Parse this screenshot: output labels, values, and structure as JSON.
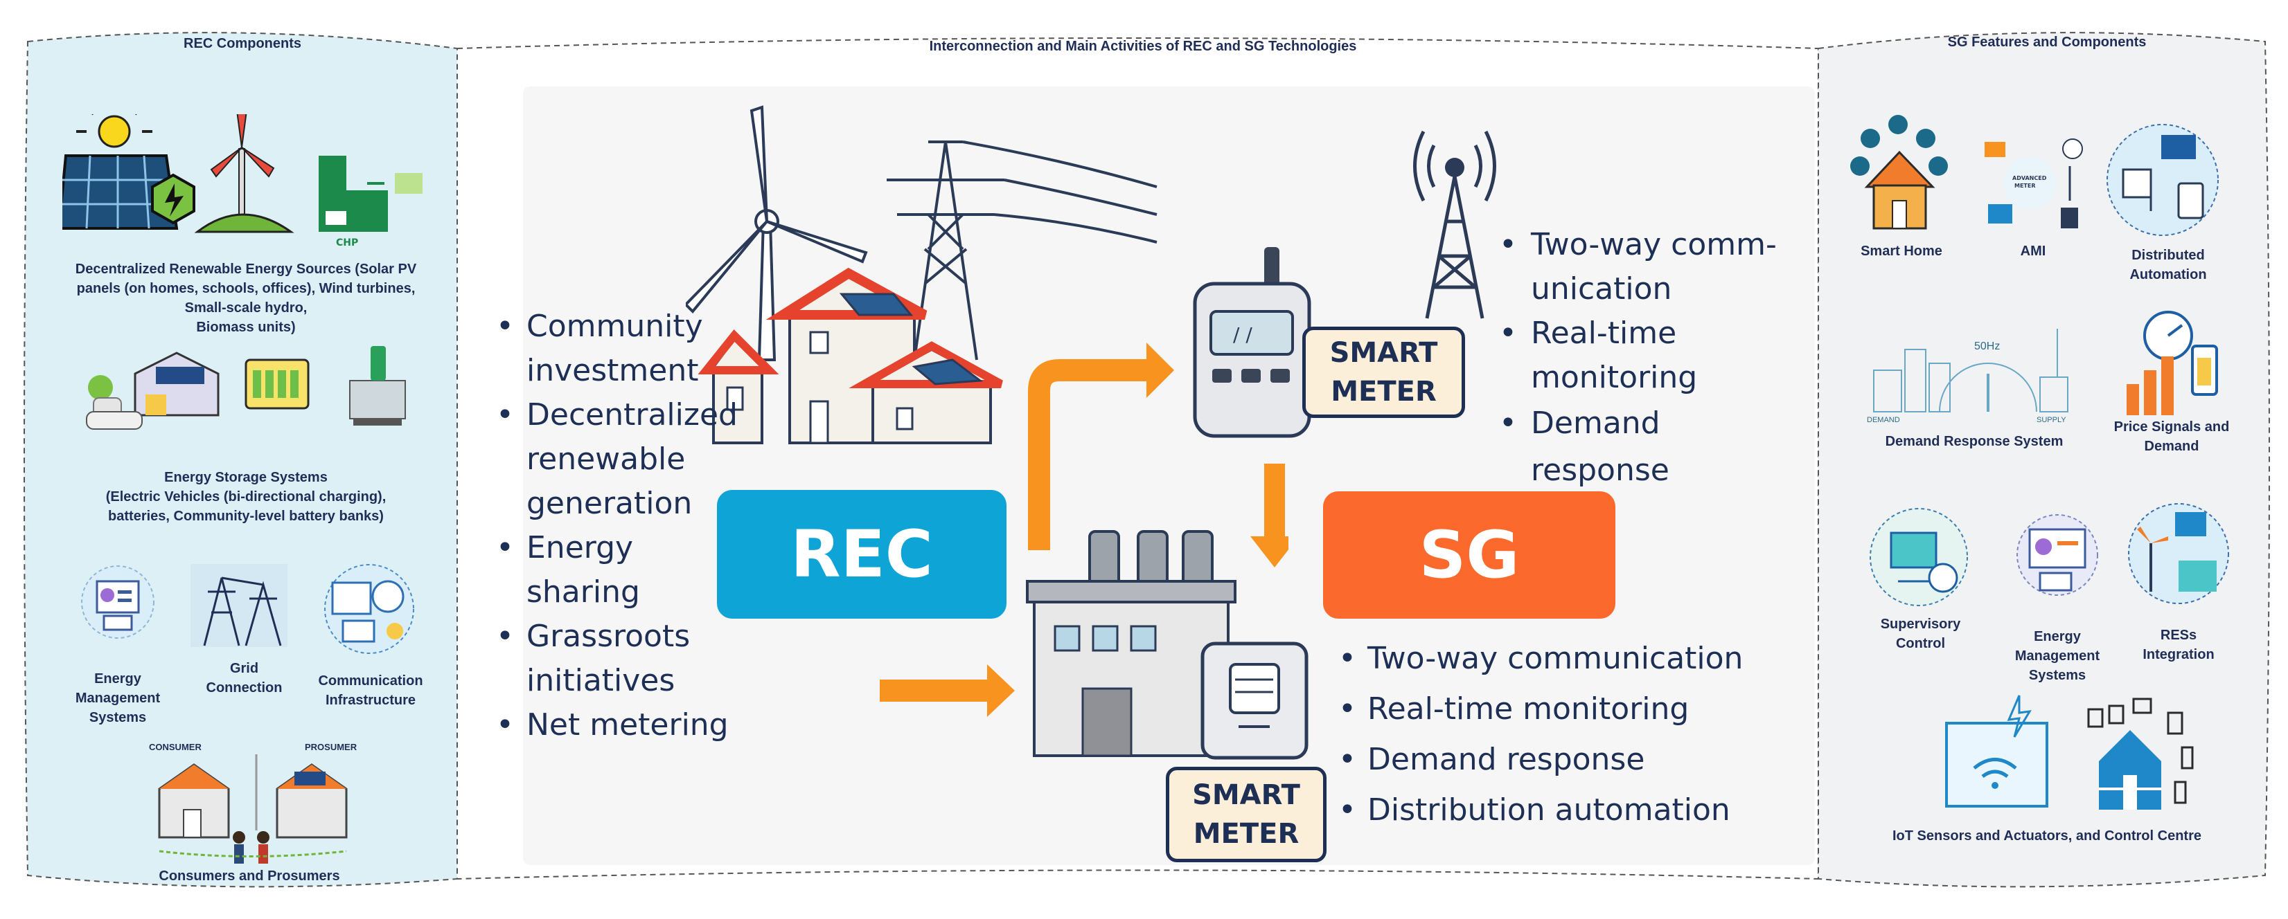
{
  "left_panel": {
    "title": "REC Components",
    "items": [
      {
        "icon": "solar-wind-chp-icon",
        "caption": "Decentralized Renewable Energy Sources (Solar PV\npanels (on homes, schools, offices), Wind turbines,\nSmall-scale hydro,\nBiomass units)"
      },
      {
        "icon": "ev-battery-storage-icon",
        "caption": "Energy Storage Systems\n(Electric Vehicles (bi-directional charging),\nbatteries, Community-level battery banks)"
      },
      {
        "icon": "energy-management-icon",
        "caption": "Energy\nManagement\nSystems"
      },
      {
        "icon": "grid-connection-icon",
        "caption": "Grid\nConnection"
      },
      {
        "icon": "communication-infrastructure-icon",
        "caption": "Communication\nInfrastructure"
      },
      {
        "icon": "consumer-prosumer-icon",
        "caption": "Consumers and Prosumers",
        "labels": [
          "CONSUMER",
          "PROSUMER"
        ]
      }
    ]
  },
  "center": {
    "title": "Interconnection and Main Activities of REC and SG Technologies",
    "rec_label": "REC",
    "sg_label": "SG",
    "meter_label_top": "SMART\nMETER",
    "meter_label_bottom": "SMART\nMETER",
    "meter_screen": "/ /",
    "rec_bullets": [
      "Community\ninvestment",
      "Decentralized\nrenewable\ngeneration",
      "Energy\nsharing",
      "Grassroots initiatives",
      "Net metering"
    ],
    "top_right_bullets": [
      "Two-way comm-\nunication",
      "Real-time\nmonitoring",
      "Demand response"
    ],
    "sg_bullets": [
      "Two-way communication",
      "Real-time monitoring",
      "Demand response",
      "Distribution automation"
    ]
  },
  "right_panel": {
    "title": "SG Features and Components",
    "items": [
      {
        "icon": "smart-home-icon",
        "caption": "Smart Home"
      },
      {
        "icon": "ami-icon",
        "caption": "AMI"
      },
      {
        "icon": "distributed-automation-icon",
        "caption": "Distributed\nAutomation"
      },
      {
        "icon": "demand-response-icon",
        "caption": "Demand Response System",
        "gauge_text": "50Hz",
        "left_text": "DEMAND",
        "right_text": "SUPPLY"
      },
      {
        "icon": "price-signals-icon",
        "caption": "Price Signals and\nDemand"
      },
      {
        "icon": "supervisory-control-icon",
        "caption": "Supervisory\nControl"
      },
      {
        "icon": "energy-management-icon",
        "caption": "Energy\nManagement\nSystems"
      },
      {
        "icon": "res-integration-icon",
        "caption": "RESs\nIntegration"
      },
      {
        "icon": "iot-sensors-icon",
        "caption": "IoT Sensors and Actuators, and Control Centre"
      }
    ]
  },
  "colors": {
    "rec_blue": "#0ea5d6",
    "sg_orange": "#fb6a2c",
    "arrow_orange": "#f7931e",
    "panel_bg": "#dff1f7",
    "dark_text": "#1e2f55"
  }
}
